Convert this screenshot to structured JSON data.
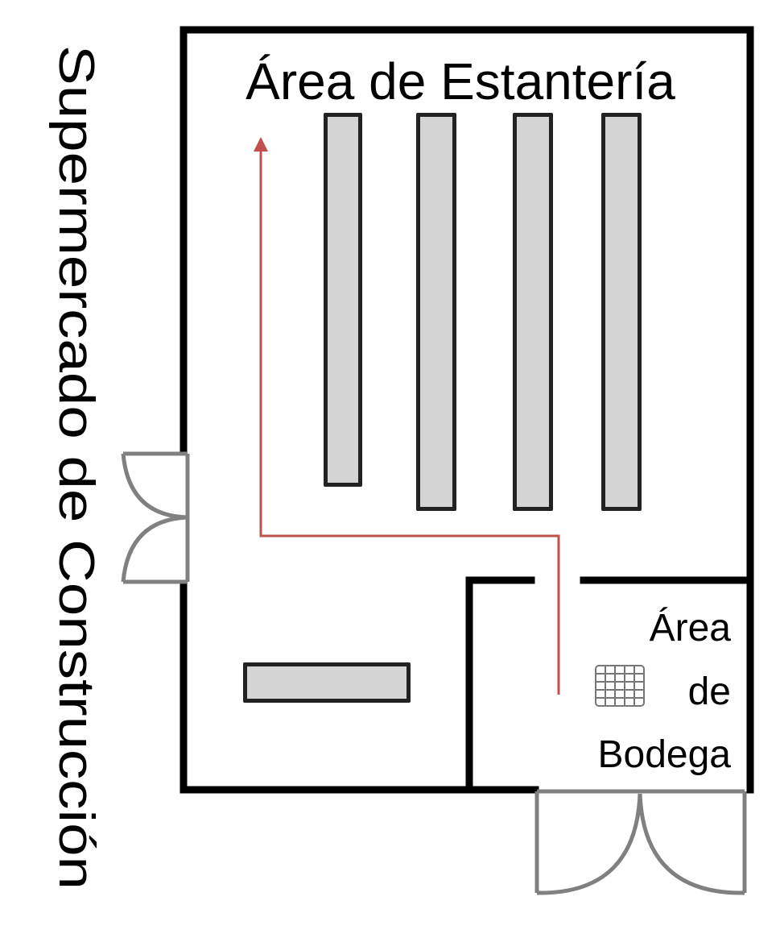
{
  "diagram": {
    "side_label": "Supermercado de Construcción",
    "shelving_area_label": "Área de Estantería",
    "warehouse_label_lines": [
      "Área",
      "de",
      "Bodega"
    ],
    "shelf_count_vertical": 4,
    "shelf_count_horizontal": 1,
    "colors": {
      "wall": "#000000",
      "shelf_fill": "#d4d4d4",
      "path": "#c0504d",
      "door": "#808080"
    },
    "icons": [
      "pallet-icon"
    ]
  }
}
